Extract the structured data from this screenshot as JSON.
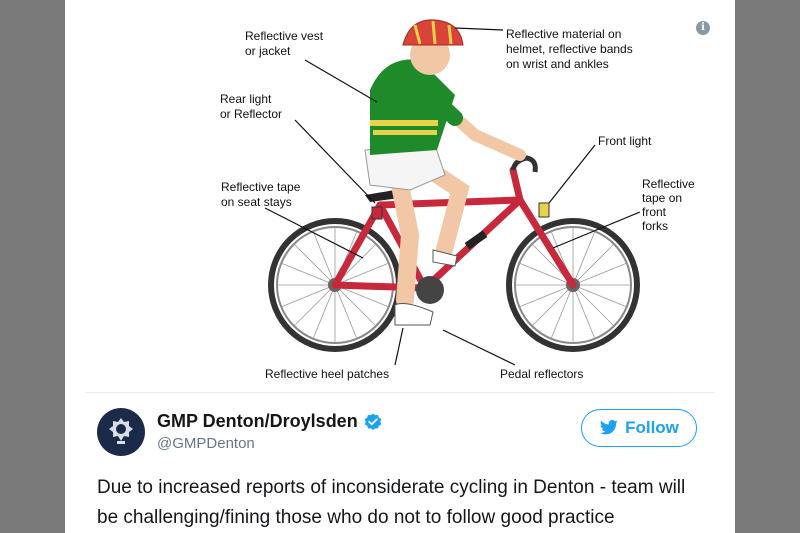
{
  "labels": {
    "vest_line1": "Reflective vest",
    "vest_line2": "or jacket",
    "helmet_line1": "Reflective material on",
    "helmet_line2": "helmet, reflective bands",
    "helmet_line3": "on wrist and ankles",
    "rear_line1": "Rear light",
    "rear_line2": "or Reflector",
    "front_light": "Front light",
    "seat_line1": "Reflective tape",
    "seat_line2": "on seat stays",
    "fork_line1": "Reflective",
    "fork_line2": "tape on",
    "fork_line3": "front",
    "fork_line4": "forks",
    "heel": "Reflective heel patches",
    "pedal": "Pedal reflectors"
  },
  "tweet": {
    "display_name": "GMP Denton/Droylsden",
    "handle": "@GMPDenton",
    "follow_label": "Follow",
    "text": "Due to increased reports of inconsiderate cycling in Denton - team will be challenging/fining those who do not to follow good practice"
  },
  "icons": {
    "info": "info-icon",
    "verified": "verified-badge-icon",
    "follow": "twitter-bird-icon",
    "avatar": "police-crest-icon"
  },
  "colors": {
    "brand": "#1da1f2",
    "background": "#7a7a7a"
  }
}
